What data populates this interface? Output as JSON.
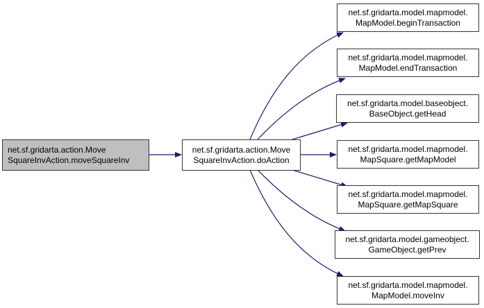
{
  "diagram": {
    "type": "call-graph",
    "edge_color": "#191970",
    "nodes": [
      {
        "id": "root",
        "line1": "net.sf.gridarta.action.Move",
        "line2": "SquareInvAction.moveSquareInv",
        "highlighted": true
      },
      {
        "id": "doAction",
        "line1": "net.sf.gridarta.action.Move",
        "line2": "SquareInvAction.doAction"
      },
      {
        "id": "beginTransaction",
        "line1": "net.sf.gridarta.model.mapmodel.",
        "line2": "MapModel.beginTransaction"
      },
      {
        "id": "endTransaction",
        "line1": "net.sf.gridarta.model.mapmodel.",
        "line2": "MapModel.endTransaction"
      },
      {
        "id": "getHead",
        "line1": "net.sf.gridarta.model.baseobject.",
        "line2": "BaseObject.getHead"
      },
      {
        "id": "getMapModel",
        "line1": "net.sf.gridarta.model.mapmodel.",
        "line2": "MapSquare.getMapModel"
      },
      {
        "id": "getMapSquare",
        "line1": "net.sf.gridarta.model.mapmodel.",
        "line2": "MapSquare.getMapSquare"
      },
      {
        "id": "getPrev",
        "line1": "net.sf.gridarta.model.gameobject.",
        "line2": "GameObject.getPrev"
      },
      {
        "id": "moveInv",
        "line1": "net.sf.gridarta.model.mapmodel.",
        "line2": "MapModel.moveInv"
      }
    ],
    "edges": [
      {
        "from": "root",
        "to": "doAction"
      },
      {
        "from": "doAction",
        "to": "beginTransaction"
      },
      {
        "from": "doAction",
        "to": "endTransaction"
      },
      {
        "from": "doAction",
        "to": "getHead"
      },
      {
        "from": "doAction",
        "to": "getMapModel"
      },
      {
        "from": "doAction",
        "to": "getMapSquare"
      },
      {
        "from": "doAction",
        "to": "getPrev"
      },
      {
        "from": "doAction",
        "to": "moveInv"
      }
    ]
  }
}
